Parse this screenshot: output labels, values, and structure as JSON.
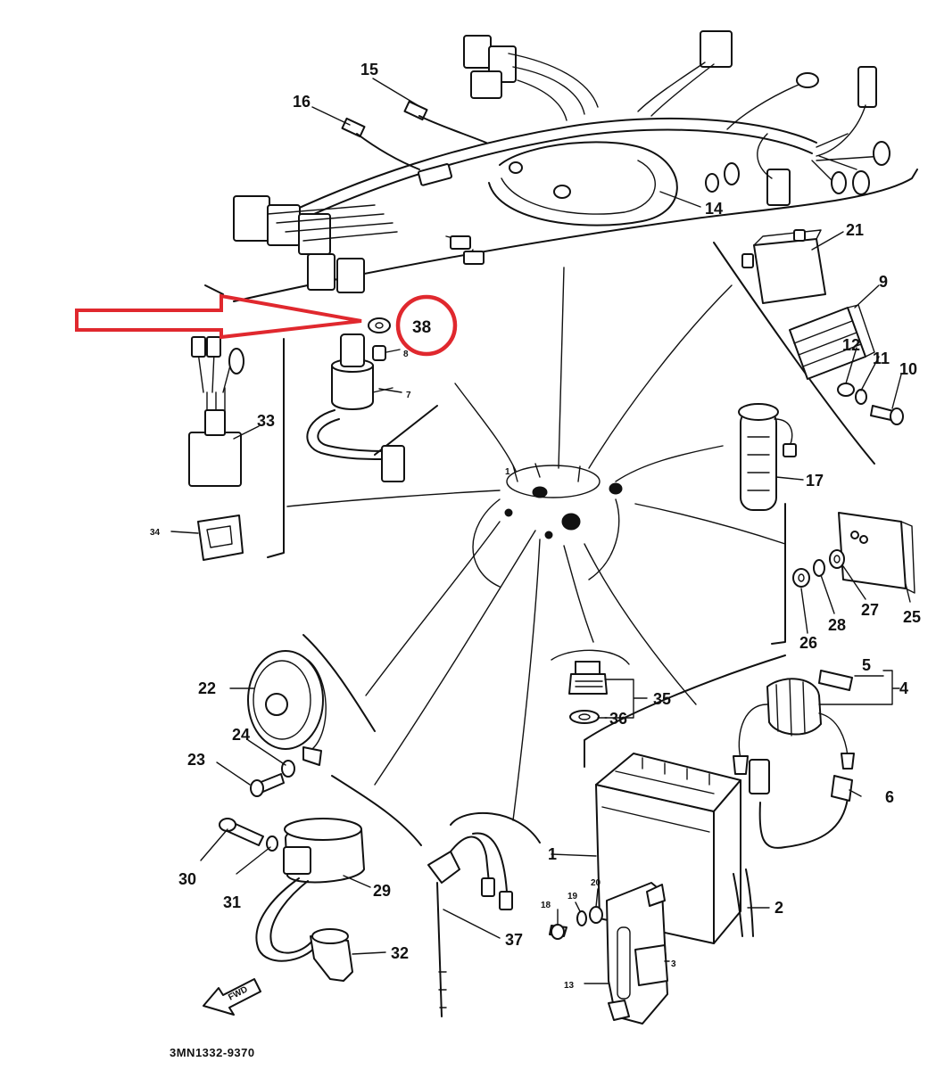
{
  "diagram": {
    "drawing_number": "3MN1332-9370",
    "fwd_label": "FWD",
    "highlight": {
      "part_number": "38",
      "color": "#e0282e"
    },
    "callouts": {
      "p1a": "1",
      "p1b": "1",
      "p2": "2",
      "p3": "3",
      "p4": "4",
      "p5": "5",
      "p6": "6",
      "p7": "7",
      "p8": "8",
      "p9": "9",
      "p10": "10",
      "p11": "11",
      "p12": "12",
      "p13": "13",
      "p14": "14",
      "p15": "15",
      "p16": "16",
      "p17": "17",
      "p18": "18",
      "p19": "19",
      "p20": "20",
      "p21": "21",
      "p22": "22",
      "p23": "23",
      "p24": "24",
      "p25": "25",
      "p26": "26",
      "p27": "27",
      "p28": "28",
      "p29": "29",
      "p30": "30",
      "p31": "31",
      "p32": "32",
      "p33": "33",
      "p34": "34",
      "p35": "35",
      "p36": "36",
      "p37": "37"
    }
  }
}
